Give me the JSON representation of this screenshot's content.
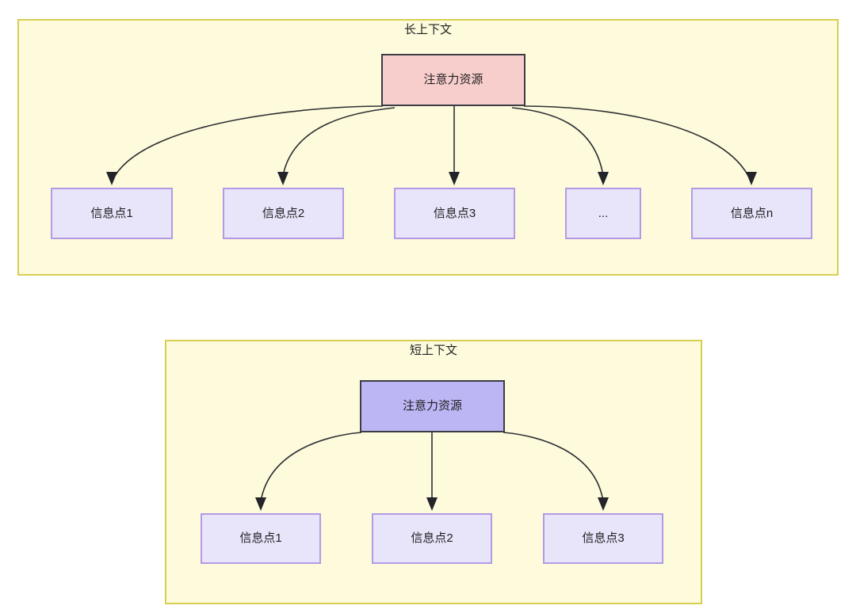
{
  "diagram": {
    "type": "flowchart",
    "colors": {
      "group_fill": "#fdfbdc",
      "group_border": "#d6cf52",
      "root_long_fill": "#f8cecc",
      "root_short_fill": "#bcb6f5",
      "root_border": "#3c3c44",
      "info_fill": "#e8e5fb",
      "info_border": "#b49ae4",
      "edge_stroke": "#2f2f33",
      "text": "#1f1f1f",
      "page_background": "#ffffff"
    },
    "groups": [
      {
        "id": "long-context",
        "title": "长上下文",
        "root": {
          "id": "root-long",
          "label": "注意力资源"
        },
        "children": [
          {
            "id": "long-info-1",
            "label": "信息点1"
          },
          {
            "id": "long-info-2",
            "label": "信息点2"
          },
          {
            "id": "long-info-3",
            "label": "信息点3"
          },
          {
            "id": "long-info-ellipsis",
            "label": "..."
          },
          {
            "id": "long-info-n",
            "label": "信息点n"
          }
        ]
      },
      {
        "id": "short-context",
        "title": "短上下文",
        "root": {
          "id": "root-short",
          "label": "注意力资源"
        },
        "children": [
          {
            "id": "short-info-1",
            "label": "信息点1"
          },
          {
            "id": "short-info-2",
            "label": "信息点2"
          },
          {
            "id": "short-info-3",
            "label": "信息点3"
          }
        ]
      }
    ]
  }
}
